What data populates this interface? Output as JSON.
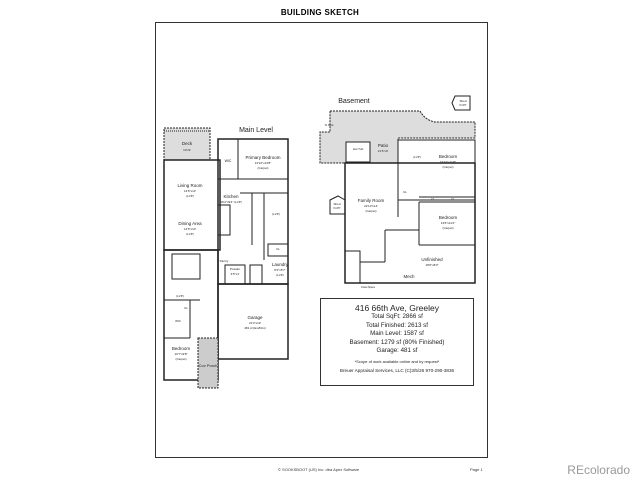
{
  "title": "BUILDING SKETCH",
  "main_level": {
    "heading": "Main Level",
    "rooms": [
      {
        "name": "Deck",
        "dim": "10'x9'"
      },
      {
        "name": "WIC",
        "dim": ""
      },
      {
        "name": "Primary Bedroom",
        "dim": "13'10\"x13'8\"",
        "note": "(Carpet)"
      },
      {
        "name": "Living Room",
        "dim": "14'6\"x13'",
        "note": "(LVP)"
      },
      {
        "name": "Kitchen",
        "dim": "16'2\"x9'4\" (LVP)"
      },
      {
        "name": "Dining Area",
        "dim": "14'6\"x10'",
        "note": "(LVP)"
      },
      {
        "name": "Laundry",
        "dim": "8'4\"x5'7\"",
        "note": "(LVP)"
      },
      {
        "name": "Powder",
        "dim": "6'5\"x4'"
      },
      {
        "name": "Garage",
        "dim": "21'4\"x19'",
        "note": "481 sf (Ext/Dim)"
      },
      {
        "name": "Bedroom",
        "dim": "10'7\"x9'8\"",
        "note": "(Carpet)"
      },
      {
        "name": "Cov Porch",
        "dim": ""
      }
    ],
    "small_labels": [
      "(LVP)",
      "CL",
      "WIC",
      "Pantry",
      "CL",
      "(LVP)"
    ]
  },
  "basement": {
    "heading": "Basement",
    "rooms": [
      {
        "name": "Shed",
        "dim": "6'x3'6\""
      },
      {
        "name": "Hot Tub",
        "dim": ""
      },
      {
        "name": "Patio",
        "dim": "21'6\"x9'"
      },
      {
        "name": "Bedroom",
        "dim": "13'10\"x11'8\"",
        "note": "(Carpet)"
      },
      {
        "name": "Family Room",
        "dim": "22'10\"x14'",
        "note": "(Carpet)"
      },
      {
        "name": "Shed",
        "dim": "6'x3'6\""
      },
      {
        "name": "Bedroom",
        "dim": "13'6\"x11'2\"",
        "note": "(Carpet)"
      },
      {
        "name": "Unfinished",
        "dim": "18'6\"x8'3\""
      },
      {
        "name": "Mech",
        "dim": ""
      }
    ],
    "small_labels": [
      "To Deck",
      "(LVP)",
      "CL",
      "CL",
      "CL",
      "Crawl Space"
    ]
  },
  "info": {
    "address": "416 66th Ave, Greeley",
    "lines": [
      "Total SqFt: 2866 sf",
      "Total Finished: 2613 sf",
      "Main Level: 1587 sf",
      "Basement: 1279 sf (80% Finished)",
      "Garage: 481 sf"
    ],
    "note": "*Scope of work available online and by request*",
    "prepared_by": "Breuer Appraisal Services, LLC  (C)3/5/26  970-290-3836"
  },
  "footer": {
    "copyright": "© SOOKSBOOT (US) Inc. dba Apex Software",
    "page": "Page 1"
  },
  "watermark": "REcolorado"
}
